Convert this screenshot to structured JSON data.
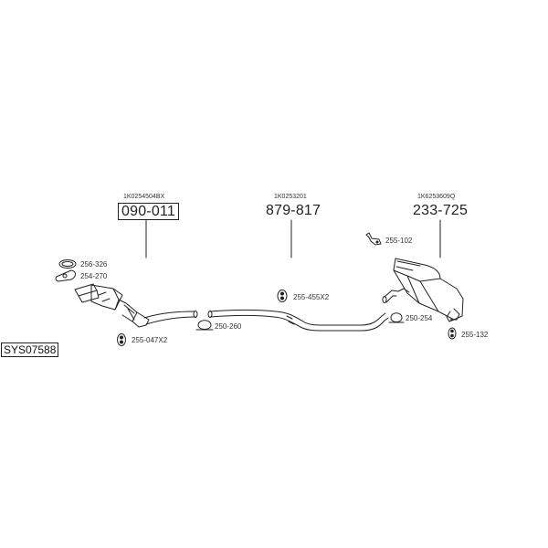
{
  "system": {
    "code": "SYS07588"
  },
  "main_parts": [
    {
      "oem": "1K0254504BX",
      "number": "090-011"
    },
    {
      "oem": "1K0253201",
      "number": "879-817"
    },
    {
      "oem": "1K6253609Q",
      "number": "233-725"
    }
  ],
  "accessories": [
    {
      "number": "256-326",
      "icon": "gasket-ring-icon"
    },
    {
      "number": "254-270",
      "icon": "flange-gasket-icon"
    },
    {
      "number": "255-047X2",
      "icon": "rubber-mount-icon"
    },
    {
      "number": "250-260",
      "icon": "pipe-clamp-icon"
    },
    {
      "number": "255-455X2",
      "icon": "rubber-mount-icon"
    },
    {
      "number": "255-102",
      "icon": "hanger-bracket-icon"
    },
    {
      "number": "250-254",
      "icon": "pipe-clamp-icon"
    },
    {
      "number": "255-132",
      "icon": "rubber-mount-icon"
    }
  ]
}
